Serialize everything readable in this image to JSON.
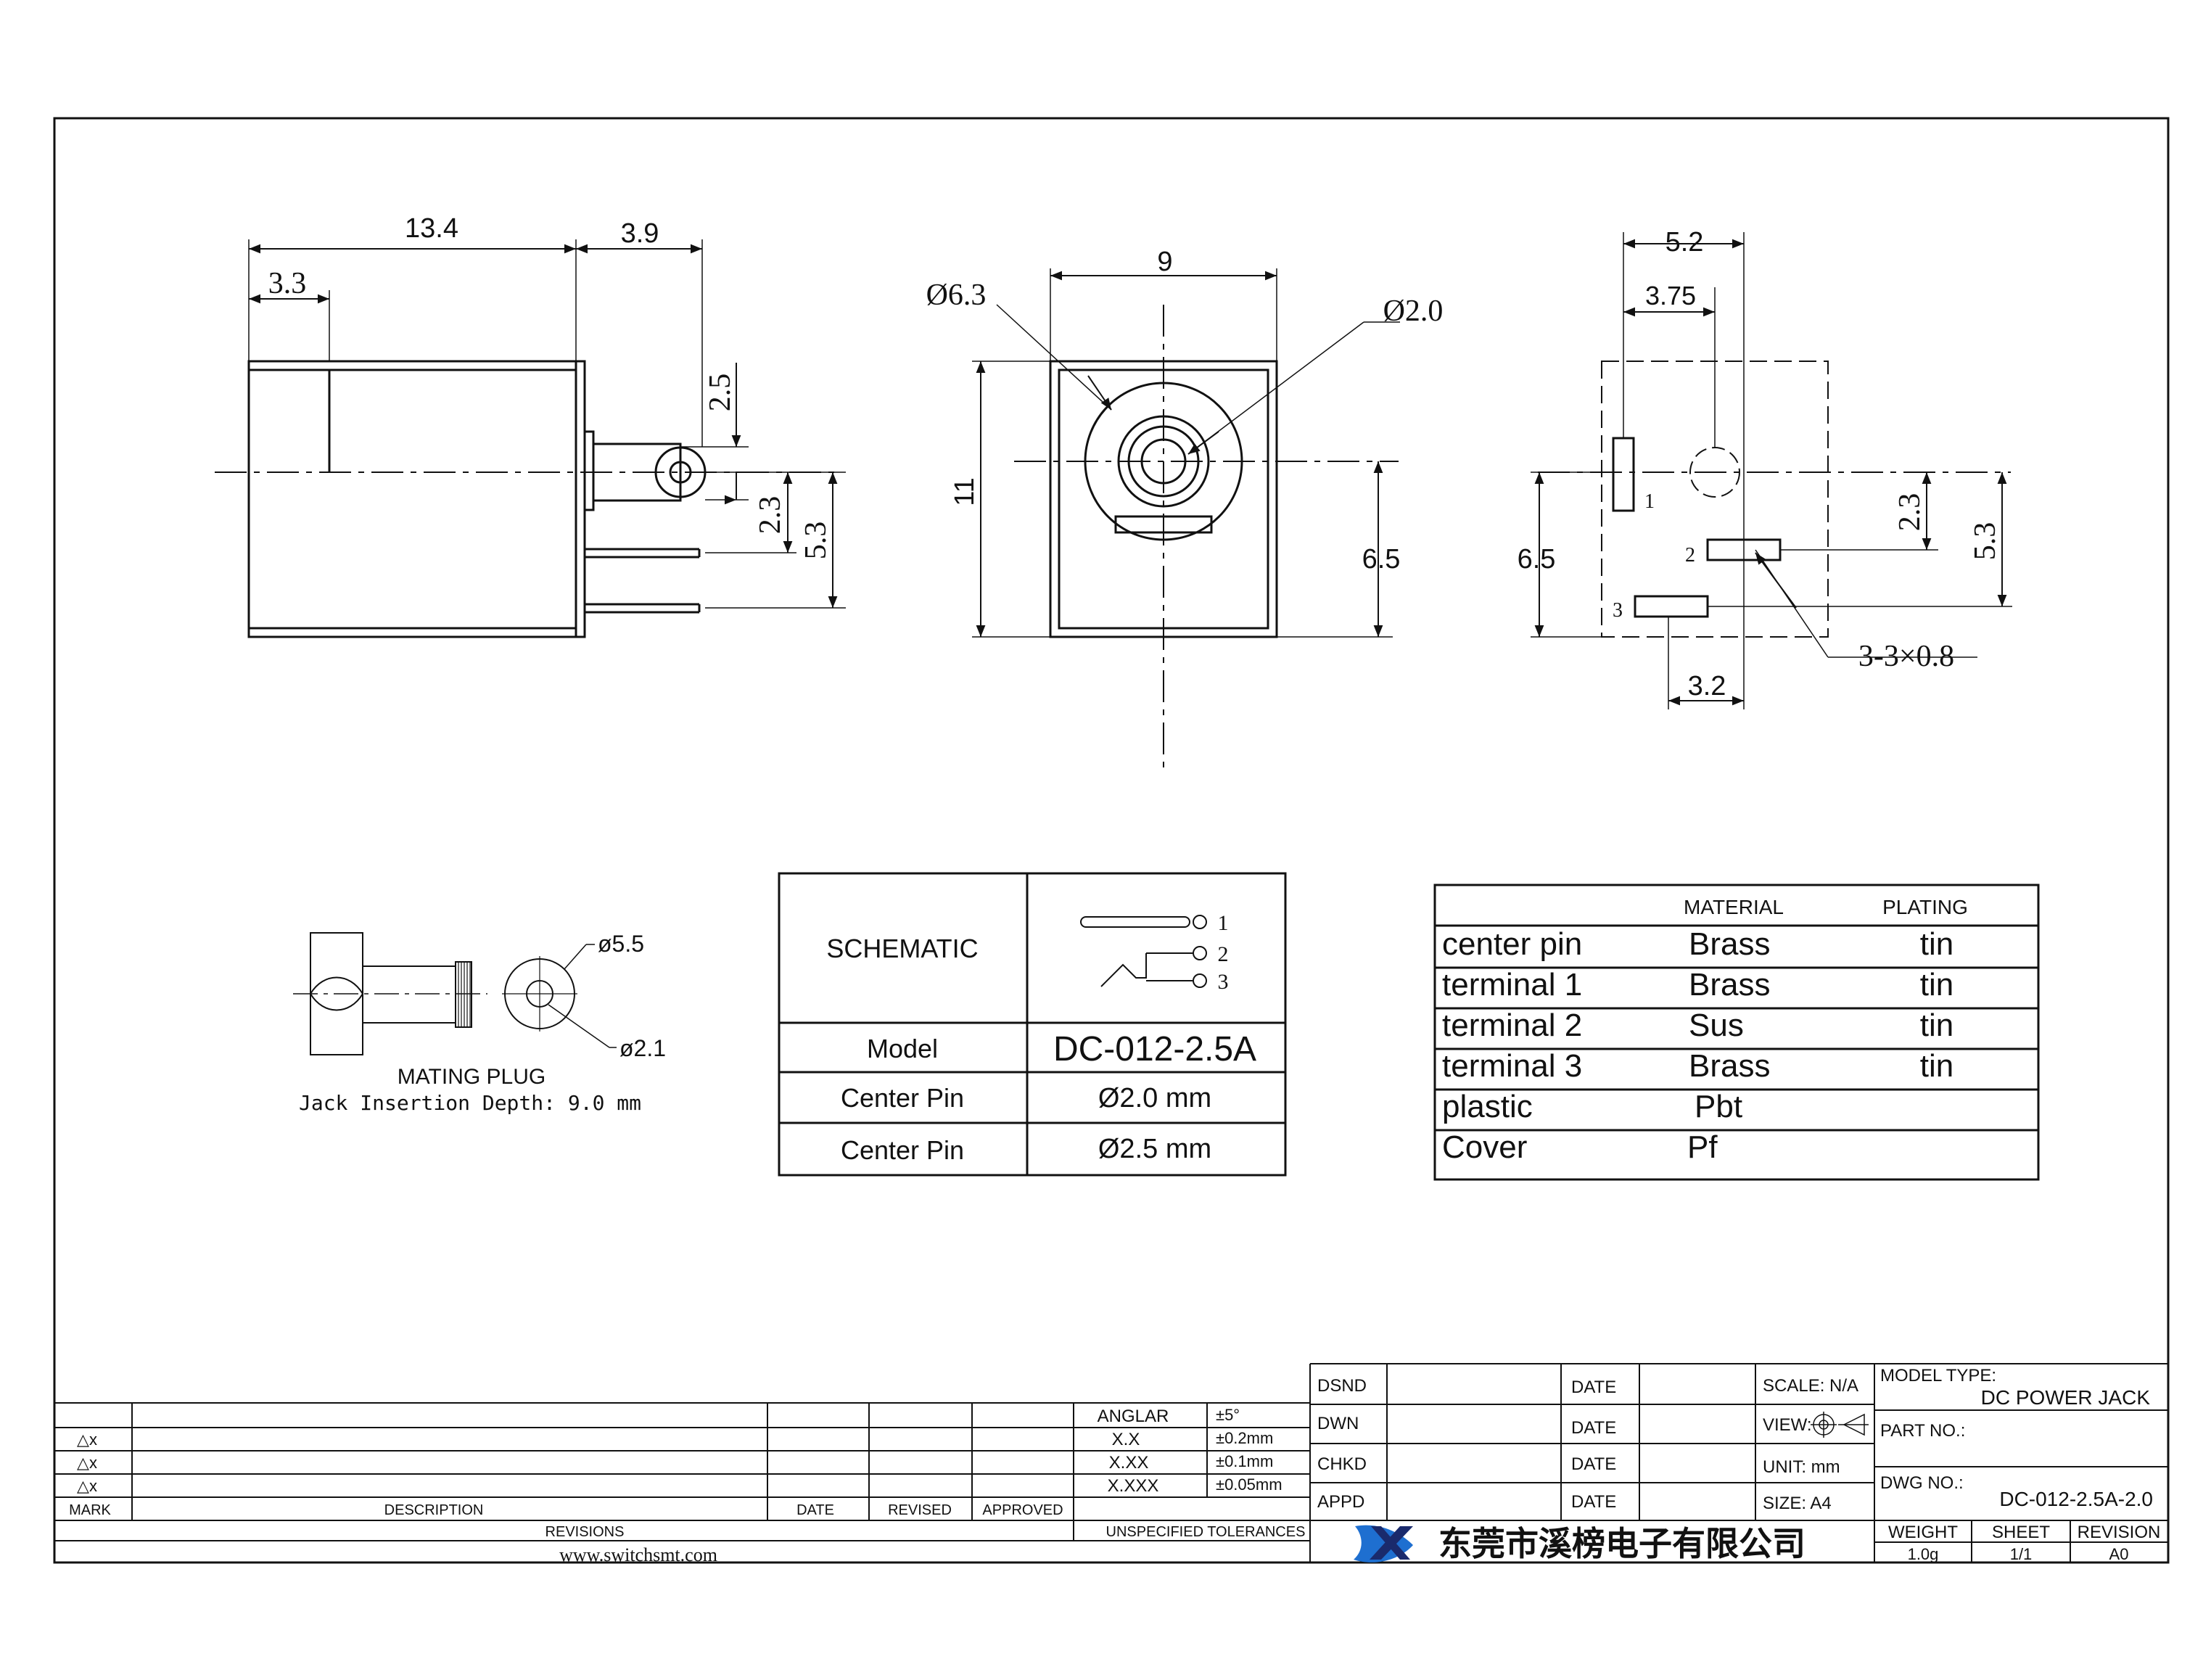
{
  "side_view": {
    "dim_overall": "13.4",
    "dim_pin_tab": "3.9",
    "dim_flange": "3.3",
    "dim_tab_height": "2.5",
    "dim_pin2_height": "2.3",
    "dim_pin3_height": "5.3"
  },
  "front_view": {
    "dim_width": "9",
    "dim_outer_hole": "Ø6.3",
    "dim_center_pin": "Ø2.0",
    "dim_height": "11",
    "dim_center_height": "6.5"
  },
  "bottom_view": {
    "dim_width": "5.2",
    "dim_pin1_offset": "3.75",
    "dim_center_height": "6.5",
    "dim_pin2_height": "2.3",
    "dim_pin3_height": "5.3",
    "dim_pin3_length": "3.2",
    "dim_pad_callout": "3-3×0.8",
    "pin_labels": [
      "1",
      "2",
      "3"
    ]
  },
  "mating_plug": {
    "outer_diameter": "ø5.5",
    "inner_diameter": "ø2.1",
    "title": "MATING PLUG",
    "depth_note": "Jack Insertion Depth: 9.0 mm"
  },
  "spec_table": {
    "schematic_label": "SCHEMATIC",
    "schematic_pins": [
      "1",
      "2",
      "3"
    ],
    "rows": [
      {
        "label": "Model",
        "value": "DC-012-2.5A"
      },
      {
        "label": "Center Pin",
        "value": "Ø2.0 mm"
      },
      {
        "label": "Center Pin",
        "value": "Ø2.5 mm"
      }
    ]
  },
  "material_table": {
    "headers": [
      "MATERIAL",
      "PLATING"
    ],
    "rows": [
      {
        "part": "center pin",
        "material": "Brass",
        "plating": "tin"
      },
      {
        "part": "terminal 1",
        "material": "Brass",
        "plating": "tin"
      },
      {
        "part": "terminal 2",
        "material": "Sus",
        "plating": "tin"
      },
      {
        "part": "terminal 3",
        "material": "Brass",
        "plating": "tin"
      },
      {
        "part": "plastic",
        "material": "Pbt",
        "plating": ""
      },
      {
        "part": "Cover",
        "material": "Pf",
        "plating": ""
      }
    ]
  },
  "revisions_block": {
    "delta_rows": [
      "△x",
      "△x",
      "△x"
    ],
    "headers": [
      "MARK",
      "DESCRIPTION",
      "DATE",
      "REVISED",
      "APPROVED"
    ],
    "revisions_label": "REVISIONS",
    "website": "www.switchsmt.com",
    "tolerances": [
      {
        "label": "ANGLAR",
        "value": "±5°"
      },
      {
        "label": "X.X",
        "value": "±0.2mm"
      },
      {
        "label": "X.XX",
        "value": "±0.1mm"
      },
      {
        "label": "X.XXX",
        "value": "±0.05mm"
      }
    ],
    "tolerances_label": "UNSPECIFIED TOLERANCES"
  },
  "title_block": {
    "rows": [
      {
        "role": "DSND",
        "date": "DATE",
        "info": "SCALE: N/A"
      },
      {
        "role": "DWN",
        "date": "DATE",
        "info": "VIEW:"
      },
      {
        "role": "CHKD",
        "date": "DATE",
        "info": "UNIT: mm"
      },
      {
        "role": "APPD",
        "date": "DATE",
        "info": "SIZE: A4"
      }
    ],
    "model_type_label": "MODEL TYPE:",
    "model_type": "DC POWER JACK",
    "part_no_label": "PART NO.:",
    "dwg_no_label": "DWG NO.:",
    "dwg_no": "DC-012-2.5A-2.0",
    "company": "东莞市溪榜电子有限公司",
    "weight_label": "WEIGHT",
    "weight": "1.0g",
    "sheet_label": "SHEET",
    "sheet": "1/1",
    "revision_label": "REVISION",
    "revision": "A0"
  },
  "colors": {
    "line": "#111111",
    "center_line": "#333333",
    "logo_blue": "#1e6fd0",
    "logo_dark": "#1a2a6c"
  }
}
